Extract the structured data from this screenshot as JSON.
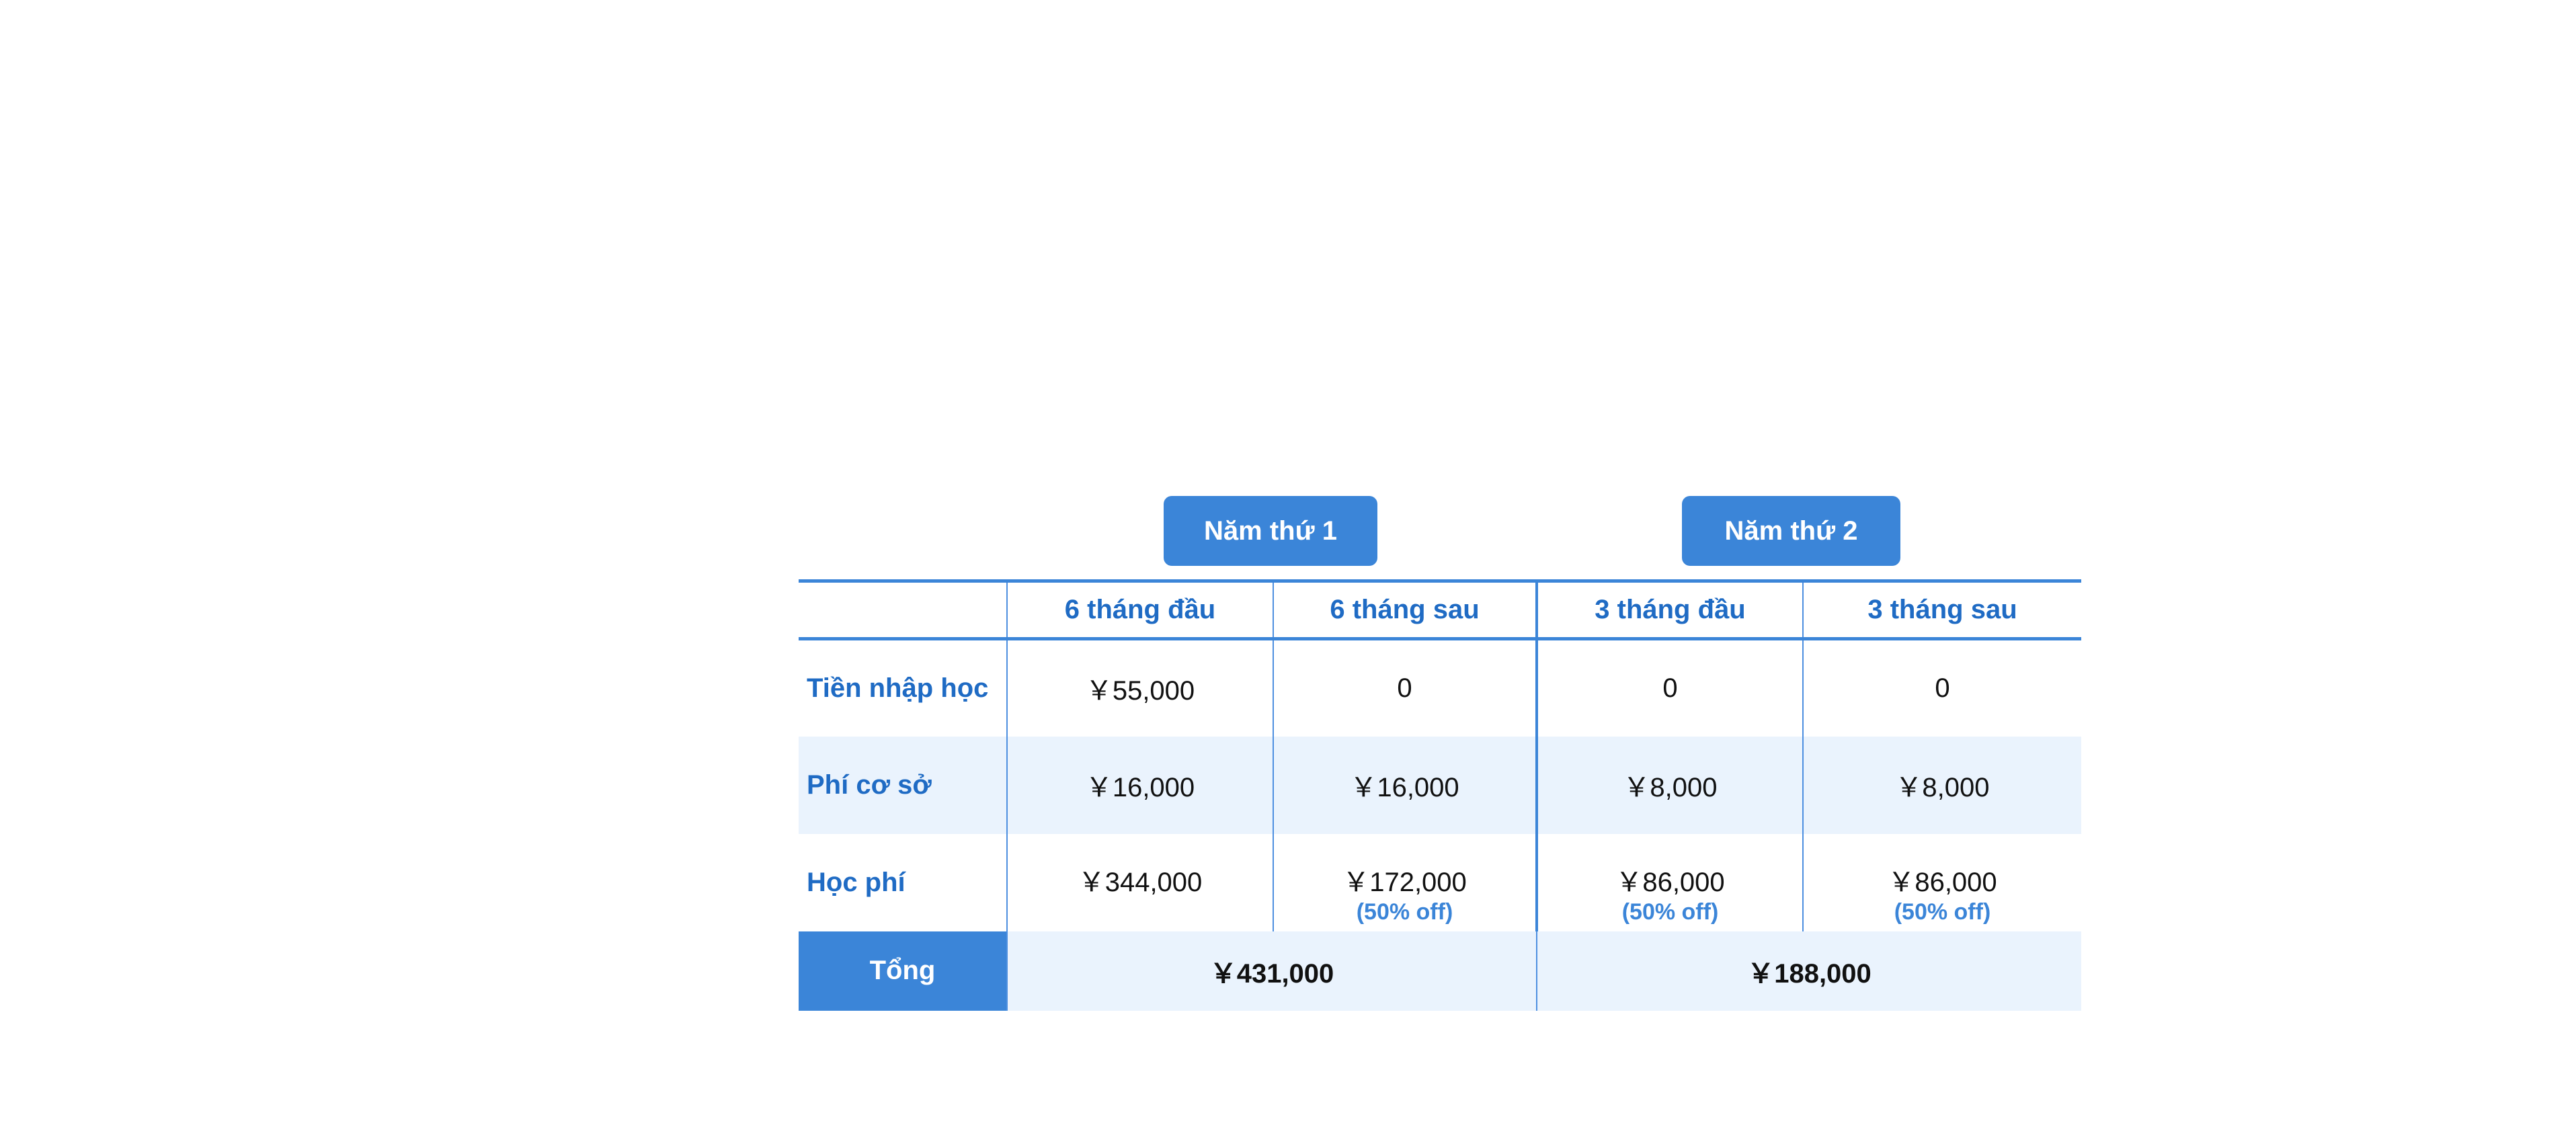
{
  "years": {
    "year1": "Năm thứ 1",
    "year2": "Năm thứ 2"
  },
  "table": {
    "columns": [
      "6 tháng đầu",
      "6 tháng sau",
      "3 tháng đầu",
      "3 tháng sau"
    ],
    "rows": [
      {
        "label": "Tiền nhập học",
        "values": [
          "￥55,000",
          "0",
          "0",
          "0"
        ]
      },
      {
        "label": "Phí cơ sở",
        "values": [
          "￥16,000",
          "￥16,000",
          "￥8,000",
          "￥8,000"
        ]
      },
      {
        "label": "Học phí",
        "values": [
          "￥344,000",
          "￥172,000",
          "￥86,000",
          "￥86,000"
        ],
        "notes": [
          "",
          "(50% off)",
          "(50% off)",
          "(50% off)"
        ]
      }
    ],
    "total": {
      "label": "Tổng",
      "year1": "￥431,000",
      "year2": "￥188,000"
    }
  },
  "colors": {
    "accent": "#3b85d8",
    "heading_text": "#1f6bc4",
    "shaded_row": "#eaf3fd"
  }
}
